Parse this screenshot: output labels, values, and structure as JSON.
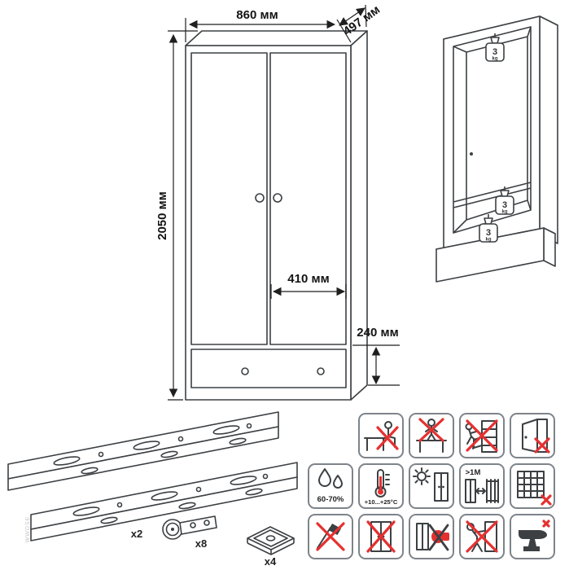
{
  "wardrobe": {
    "dim_width": "860 мм",
    "dim_depth": "497 мм",
    "dim_height": "2050 мм",
    "dim_door_width": "410 мм",
    "dim_drawer_height": "240 мм"
  },
  "weight_badge": {
    "value": "3",
    "unit": "kg"
  },
  "hardware": {
    "slides_qty": "x2",
    "hinges_qty": "x8",
    "pads_qty": "x4"
  },
  "care": {
    "humidity_range": "60-70%",
    "temperature_range": "+10...+25°C",
    "min_distance": ">1M"
  },
  "watermark": "WWDSE"
}
